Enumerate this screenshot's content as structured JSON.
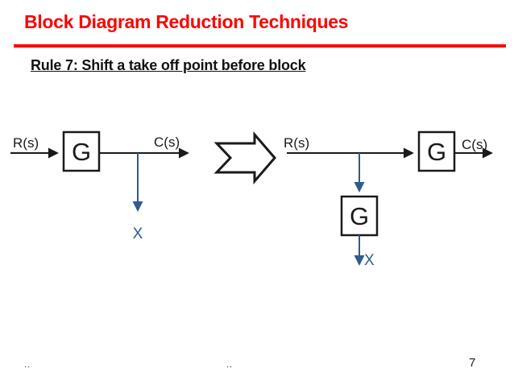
{
  "slide": {
    "title": "Block Diagram Reduction Techniques",
    "rule_heading": "Rule 7: Shift a take off point before block",
    "footer_left": "..",
    "footer_center": "..",
    "page_number": "7"
  },
  "colors": {
    "title_red": "#ff0000",
    "divider_red": "#ff0000",
    "diagram_black": "#1a1a1a",
    "takeoff_blue": "#2f5b8f",
    "block_fill": "#ffffff"
  },
  "diagram_left": {
    "input_label": "R(s)",
    "block_label": "G",
    "output_label": "C(s)",
    "takeoff_label": "X"
  },
  "diagram_right": {
    "input_label": "R(s)",
    "block_label": "G",
    "output_label": "C(s)",
    "shifted_block_label": "G",
    "takeoff_label": "X"
  }
}
